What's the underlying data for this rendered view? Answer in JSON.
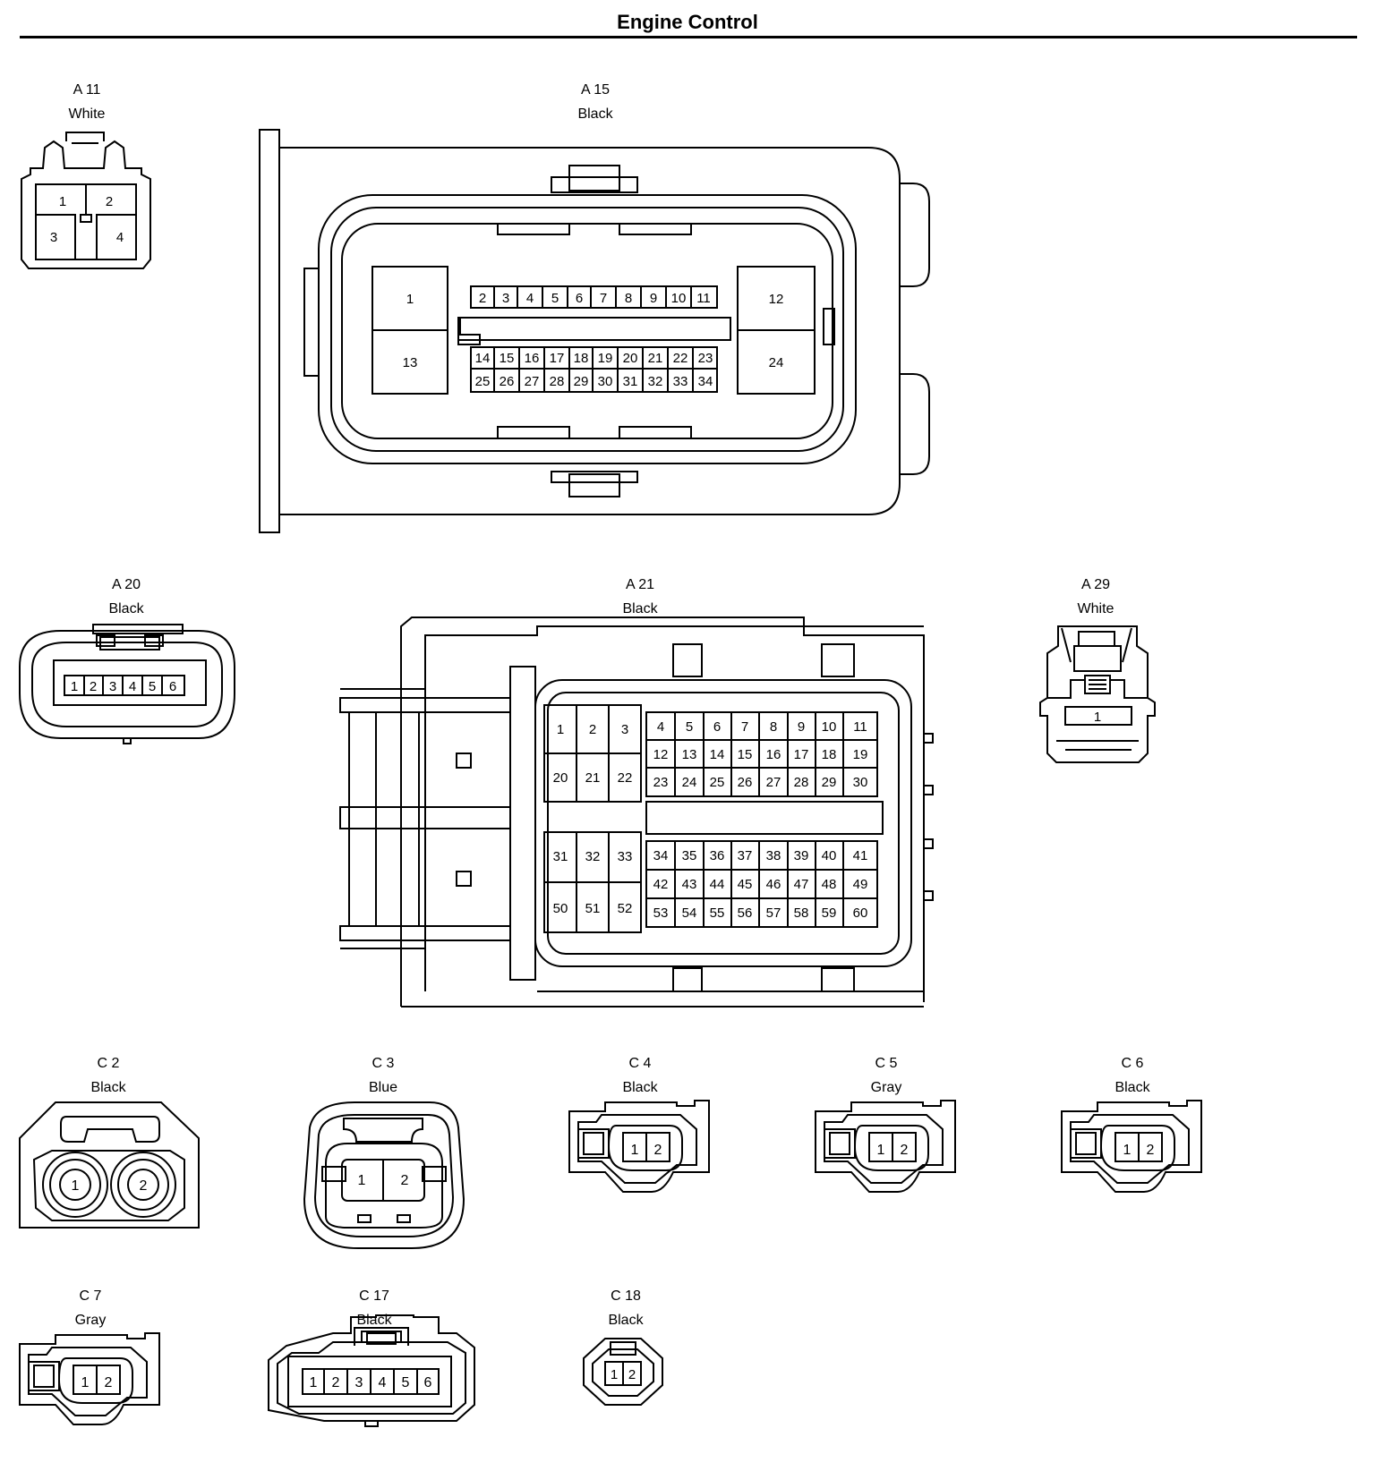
{
  "title": "Engine Control",
  "connectors": [
    {
      "id": "A 11",
      "color": "White",
      "pins": [
        "1",
        "2",
        "3",
        "4"
      ]
    },
    {
      "id": "A 15",
      "color": "Black",
      "pins": [
        "1",
        "2",
        "3",
        "4",
        "5",
        "6",
        "7",
        "8",
        "9",
        "10",
        "11",
        "12",
        "13",
        "14",
        "15",
        "16",
        "17",
        "18",
        "19",
        "20",
        "21",
        "22",
        "23",
        "24",
        "25",
        "26",
        "27",
        "28",
        "29",
        "30",
        "31",
        "32",
        "33",
        "34"
      ]
    },
    {
      "id": "A 20",
      "color": "Black",
      "pins": [
        "1",
        "2",
        "3",
        "4",
        "5",
        "6"
      ]
    },
    {
      "id": "A 21",
      "color": "Black",
      "pins": [
        "1",
        "2",
        "3",
        "4",
        "5",
        "6",
        "7",
        "8",
        "9",
        "10",
        "11",
        "12",
        "13",
        "14",
        "15",
        "16",
        "17",
        "18",
        "19",
        "20",
        "21",
        "22",
        "23",
        "24",
        "25",
        "26",
        "27",
        "28",
        "29",
        "30",
        "31",
        "32",
        "33",
        "34",
        "35",
        "36",
        "37",
        "38",
        "39",
        "40",
        "41",
        "42",
        "43",
        "44",
        "45",
        "46",
        "47",
        "48",
        "49",
        "50",
        "51",
        "52",
        "53",
        "54",
        "55",
        "56",
        "57",
        "58",
        "59",
        "60"
      ]
    },
    {
      "id": "A 29",
      "color": "White",
      "pins": [
        "1"
      ]
    },
    {
      "id": "C 2",
      "color": "Black",
      "pins": [
        "1",
        "2"
      ]
    },
    {
      "id": "C 3",
      "color": "Blue",
      "pins": [
        "1",
        "2"
      ]
    },
    {
      "id": "C 4",
      "color": "Black",
      "pins": [
        "1",
        "2"
      ]
    },
    {
      "id": "C 5",
      "color": "Gray",
      "pins": [
        "1",
        "2"
      ]
    },
    {
      "id": "C 6",
      "color": "Black",
      "pins": [
        "1",
        "2"
      ]
    },
    {
      "id": "C 7",
      "color": "Gray",
      "pins": [
        "1",
        "2"
      ]
    },
    {
      "id": "C 17",
      "color": "Black",
      "pins": [
        "1",
        "2",
        "3",
        "4",
        "5",
        "6"
      ]
    },
    {
      "id": "C 18",
      "color": "Black",
      "pins": [
        "1",
        "2"
      ]
    }
  ]
}
